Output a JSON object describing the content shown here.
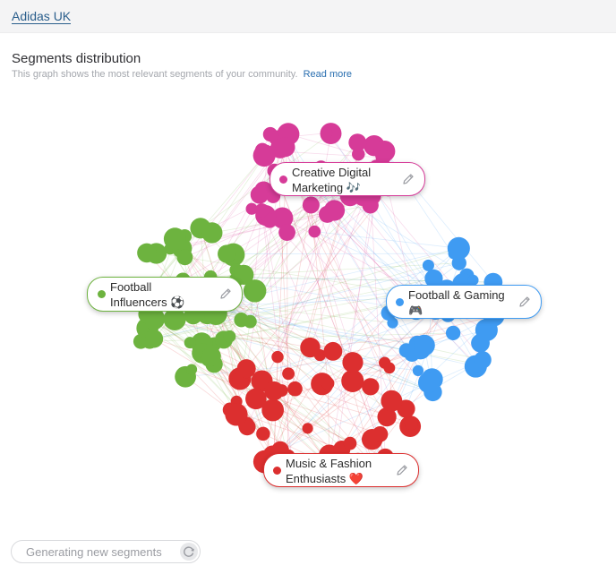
{
  "header": {
    "account_link": "Adidas UK"
  },
  "section": {
    "title": "Segments distribution",
    "subtitle": "This graph shows the most relevant segments of your community.",
    "read_more": "Read more"
  },
  "segments": [
    {
      "id": "creative",
      "line1": "Creative Digital",
      "line2": "Marketing 🎶",
      "color": "#d63b98"
    },
    {
      "id": "football-influencers",
      "line1": "Football",
      "line2": "Influencers ⚽",
      "color": "#6db33f"
    },
    {
      "id": "football-gaming",
      "line1": "Football & Gaming",
      "line2": "🎮",
      "color": "#3f9bf2"
    },
    {
      "id": "music-fashion",
      "line1": "Music & Fashion",
      "line2": "Enthusiasts ❤️",
      "color": "#dc2f2f"
    }
  ],
  "status": {
    "generating": "Generating new segments"
  },
  "icons": {
    "edit": "pencil-icon",
    "refresh": "refresh-icon"
  }
}
